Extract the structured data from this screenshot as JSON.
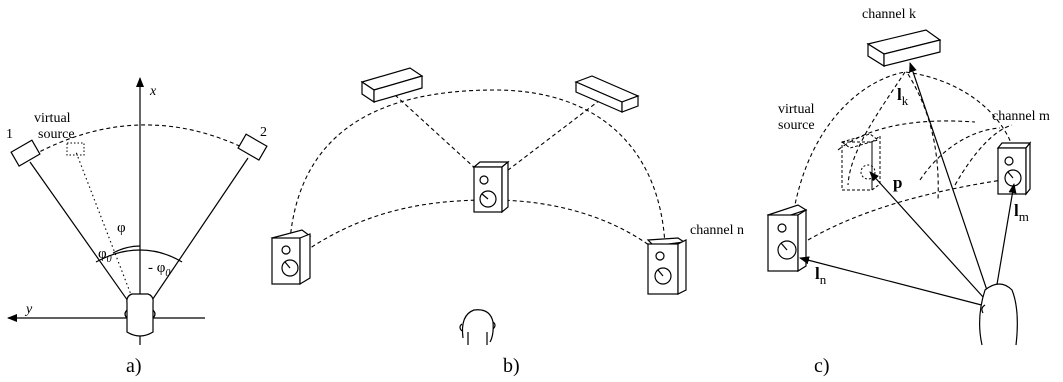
{
  "panel_a": {
    "caption": "a)",
    "virtual_source_line1": "virtual",
    "virtual_source_line2": "source",
    "speaker_1": "1",
    "speaker_2": "2",
    "axis_x": "x",
    "axis_y": "y",
    "phi": "φ",
    "phi0_base": "φ",
    "phi0_sub": "0",
    "neg_phi0_base": "- φ",
    "neg_phi0_sub": "0"
  },
  "panel_b": {
    "caption": "b)"
  },
  "panel_c": {
    "caption": "c)",
    "channel_k": "channel k",
    "channel_m": "channel m",
    "channel_n": "channel n",
    "virtual_source_line1": "virtual",
    "virtual_source_line2": "source",
    "vec_lk_base": "l",
    "vec_lk_sub": "k",
    "vec_lm_base": "l",
    "vec_lm_sub": "m",
    "vec_ln_base": "l",
    "vec_ln_sub": "n",
    "vec_p": "p"
  }
}
